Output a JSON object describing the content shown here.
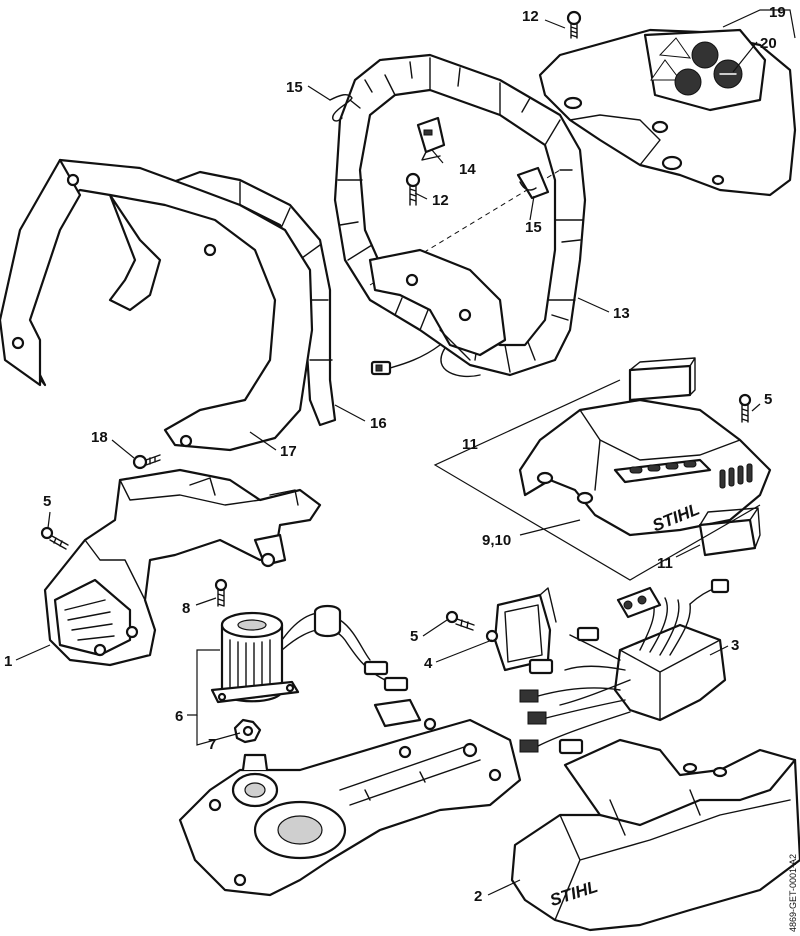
{
  "brand": "STIHL",
  "document_id": "4869-GET-0001-A2",
  "callouts": [
    {
      "id": "c12a",
      "label": "12"
    },
    {
      "id": "c19",
      "label": "19"
    },
    {
      "id": "c20",
      "label": "20"
    },
    {
      "id": "c15a",
      "label": "15"
    },
    {
      "id": "c14",
      "label": "14"
    },
    {
      "id": "c12b",
      "label": "12"
    },
    {
      "id": "c15b",
      "label": "15"
    },
    {
      "id": "c13",
      "label": "13"
    },
    {
      "id": "c16",
      "label": "16"
    },
    {
      "id": "c17",
      "label": "17"
    },
    {
      "id": "c18",
      "label": "18"
    },
    {
      "id": "c5a",
      "label": "5"
    },
    {
      "id": "c11a",
      "label": "11"
    },
    {
      "id": "c5b",
      "label": "5"
    },
    {
      "id": "c910",
      "label": "9,10"
    },
    {
      "id": "c11b",
      "label": "11"
    },
    {
      "id": "c8",
      "label": "8"
    },
    {
      "id": "c1",
      "label": "1"
    },
    {
      "id": "c5c",
      "label": "5"
    },
    {
      "id": "c3",
      "label": "3"
    },
    {
      "id": "c4",
      "label": "4"
    },
    {
      "id": "c6",
      "label": "6"
    },
    {
      "id": "c7",
      "label": "7"
    },
    {
      "id": "c2",
      "label": "2"
    }
  ]
}
